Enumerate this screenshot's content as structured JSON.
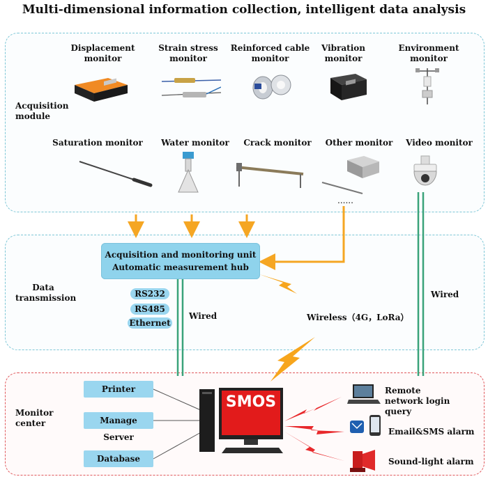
{
  "title": "Multi-dimensional information collection, intelligent data analysis",
  "sections": {
    "acquisition": "Acquisition module",
    "transmission": "Data transmission",
    "monitor": "Monitor center"
  },
  "devices_row1": [
    {
      "label": "Displacement monitor"
    },
    {
      "label": "Strain stress monitor"
    },
    {
      "label": "Reinforced cable monitor"
    },
    {
      "label": "Vibration monitor"
    },
    {
      "label": "Environment monitor"
    }
  ],
  "devices_row2": [
    {
      "label": "Saturation monitor"
    },
    {
      "label": "Water monitor"
    },
    {
      "label": "Crack monitor"
    },
    {
      "label": "Other monitor"
    },
    {
      "label": "Video monitor"
    }
  ],
  "ellipsis": "......",
  "hub": {
    "line1": "Acquisition and monitoring unit",
    "line2": "Automatic measurement hub"
  },
  "interfaces": [
    "RS232",
    "RS485",
    "Ethernet"
  ],
  "links": {
    "wired_left": "Wired",
    "wired_right": "Wired",
    "wireless": "Wireless（4G，LoRa）"
  },
  "center": {
    "boxes": [
      "Printer",
      "Manage Server",
      "Database"
    ],
    "screen_label": "SMOS",
    "alarms": [
      "Remote network login query",
      "Email&SMS alarm",
      "Sound-light alarm"
    ]
  },
  "colors": {
    "arrow": "#f5a623",
    "dashed_border": "#7cc6d6",
    "monitor_border": "#e0575b",
    "hub_fill": "#8fd3ec",
    "lightning_red": "#e8282b",
    "lightning_orange": "#f7a51c",
    "wired_line": "#3aa37a",
    "screen_red": "#e21b1b"
  }
}
